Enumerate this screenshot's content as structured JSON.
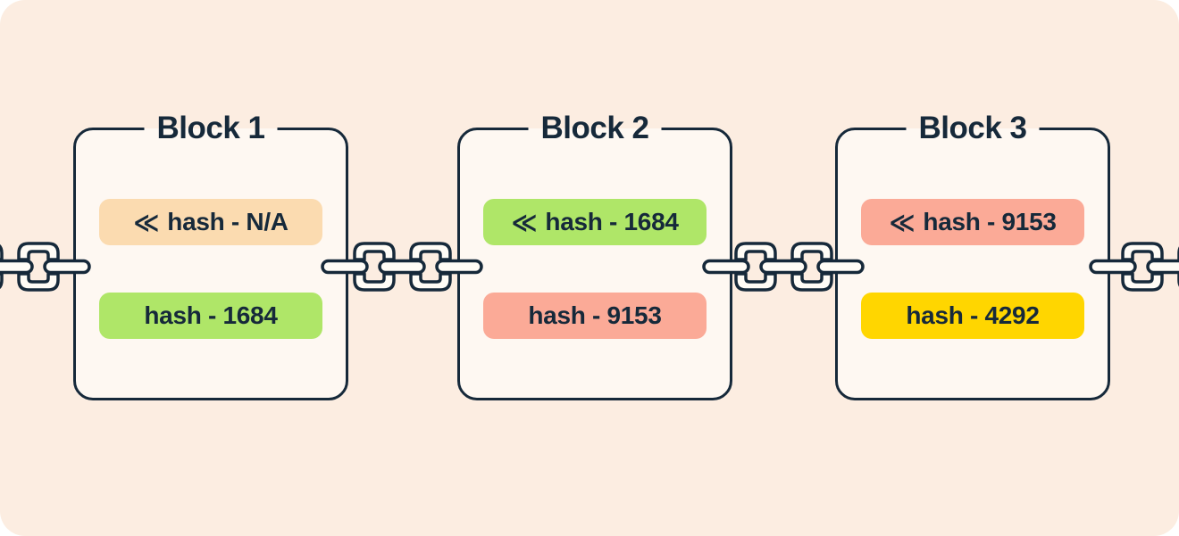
{
  "colors": {
    "page-bg": "#FCEDE1",
    "block-bg": "#FEF8F2",
    "ink": "#16293A",
    "chain-fill": "#FFFCF6",
    "chip-peach": "#FBDBB0",
    "chip-green": "#AFE668",
    "chip-salmon": "#FBAA97",
    "chip-yellow": "#FFD600"
  },
  "blocks": [
    {
      "title": "Block 1",
      "prev_hash": {
        "icon": "≪",
        "label": "hash - N/A",
        "color": "#FBDBB0"
      },
      "hash": {
        "label": "hash - 1684",
        "color": "#AFE668"
      }
    },
    {
      "title": "Block 2",
      "prev_hash": {
        "icon": "≪",
        "label": "hash - 1684",
        "color": "#AFE668"
      },
      "hash": {
        "label": "hash - 9153",
        "color": "#FBAA97"
      }
    },
    {
      "title": "Block 3",
      "prev_hash": {
        "icon": "≪",
        "label": "hash - 9153",
        "color": "#FBAA97"
      },
      "hash": {
        "label": "hash - 4292",
        "color": "#FFD600"
      }
    }
  ]
}
